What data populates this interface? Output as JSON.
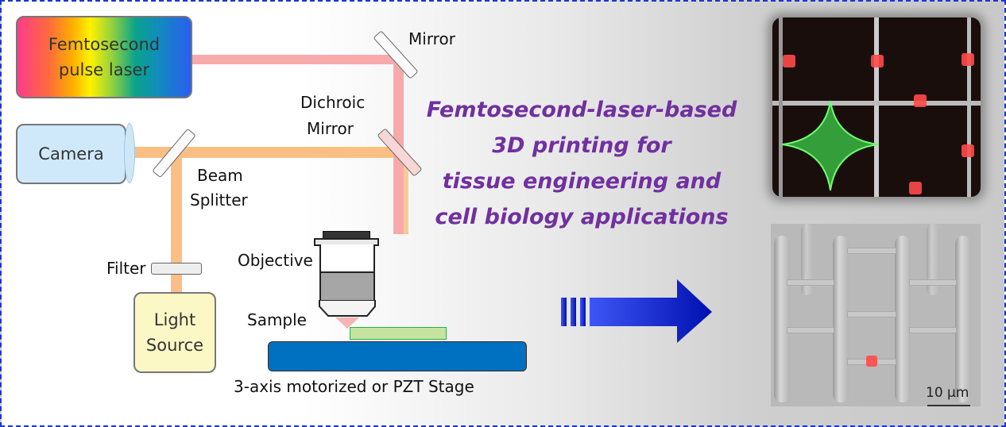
{
  "laser": {
    "line1": "Femtosecond",
    "line2": "pulse laser"
  },
  "camera": {
    "label": "Camera"
  },
  "light_source": {
    "line1": "Light",
    "line2": "Source"
  },
  "labels": {
    "mirror": "Mirror",
    "dichroic_line1": "Dichroic",
    "dichroic_line2": "Mirror",
    "beam_line1": "Beam",
    "beam_line2": "Splitter",
    "filter": "Filter",
    "objective": "Objective",
    "sample": "Sample",
    "stage": "3-axis motorized or PZT Stage"
  },
  "title": {
    "line1": "Femtosecond-laser-based",
    "line2": "3D printing for",
    "line3": "tissue engineering and",
    "line4": "cell biology applications"
  },
  "scale_bar": "10 µm",
  "colors": {
    "title": "#7030a0",
    "border": "#1b34d6",
    "stage": "#0070c0",
    "arrow": "#0a1fd0"
  }
}
